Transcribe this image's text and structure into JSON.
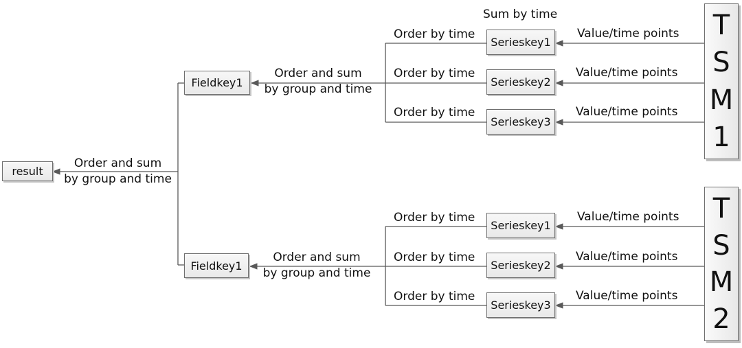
{
  "result": {
    "label": "result",
    "edge_label": [
      "Order and sum",
      "by group and time"
    ]
  },
  "groups": [
    {
      "field": {
        "label": "Fieldkey1",
        "edge_label": [
          "Order and sum",
          "by group and time"
        ]
      },
      "top_note": "Sum by time",
      "series": [
        {
          "label": "Serieskey1",
          "order_label": "Order by time",
          "value_label": "Value/time points"
        },
        {
          "label": "Serieskey2",
          "order_label": "Order by time",
          "value_label": "Value/time points"
        },
        {
          "label": "Serieskey3",
          "order_label": "Order by time",
          "value_label": "Value/time points"
        }
      ],
      "tsm": {
        "chars": [
          "T",
          "S",
          "M",
          "1"
        ]
      }
    },
    {
      "field": {
        "label": "Fieldkey1",
        "edge_label": [
          "Order and sum",
          "by group and time"
        ]
      },
      "top_note": "",
      "series": [
        {
          "label": "Serieskey1",
          "order_label": "Order by time",
          "value_label": "Value/time points"
        },
        {
          "label": "Serieskey2",
          "order_label": "Order by time",
          "value_label": "Value/time points"
        },
        {
          "label": "Serieskey3",
          "order_label": "Order by time",
          "value_label": "Value/time points"
        }
      ],
      "tsm": {
        "chars": [
          "T",
          "S",
          "M",
          "2"
        ]
      }
    }
  ],
  "colors": {
    "line": "#595959",
    "box_border": "#6f6f6f"
  }
}
